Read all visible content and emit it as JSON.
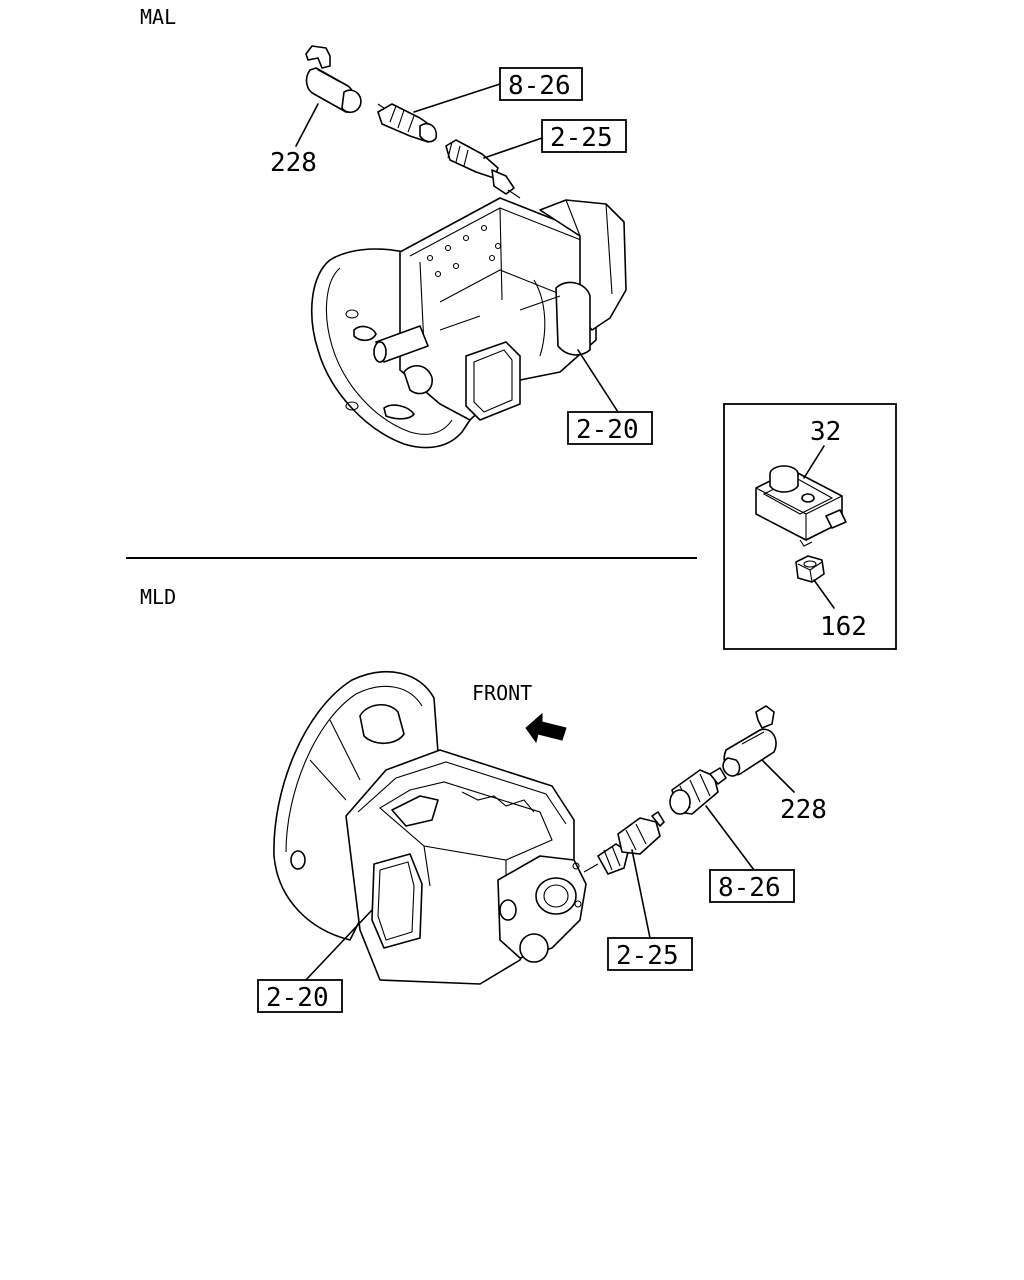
{
  "sections": {
    "top": "MAL",
    "bottom": "MLD"
  },
  "top_callouts": {
    "part_228": "228",
    "ref_8_26": "8-26",
    "ref_2_25": "2-25",
    "ref_2_20": "2-20"
  },
  "inset_callouts": {
    "part_32": "32",
    "part_162": "162"
  },
  "bottom_callouts": {
    "front": "FRONT",
    "part_228": "228",
    "ref_8_26": "8-26",
    "ref_2_25": "2-25",
    "ref_2_20": "2-20"
  }
}
